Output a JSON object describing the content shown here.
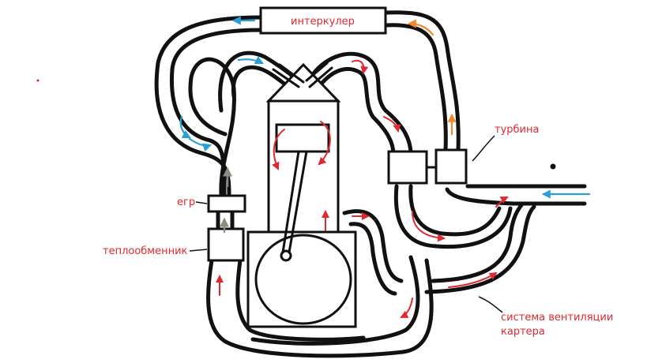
{
  "labels": {
    "intercooler": "интеркулер",
    "turbine": "турбина",
    "egr": "егр",
    "heat_exchanger": "теплообменник",
    "crankcase_ventilation_line1": "система вентиляции",
    "crankcase_ventilation_line2": "картера"
  },
  "colors": {
    "line": "#111111",
    "label_text": "#e0282f",
    "arrow_red": "#e0282f",
    "arrow_blue": "#2a9fd6",
    "arrow_orange": "#ef8a2a",
    "arrow_gray": "#8c8c80"
  }
}
